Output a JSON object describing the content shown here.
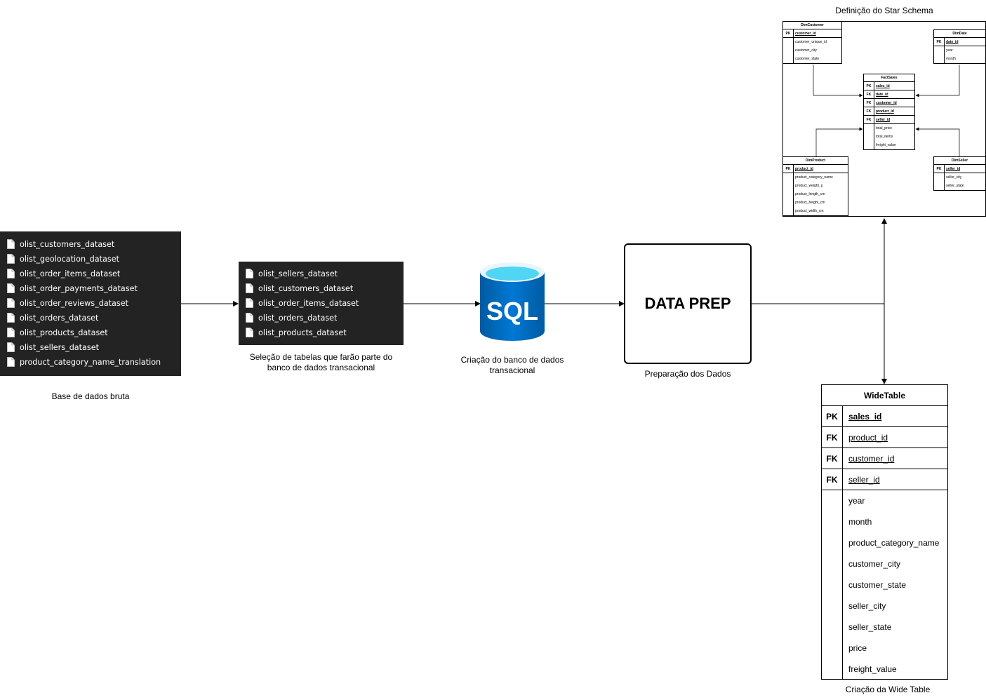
{
  "raw_panel": {
    "files": [
      "olist_customers_dataset",
      "olist_geolocation_dataset",
      "olist_order_items_dataset",
      "olist_order_payments_dataset",
      "olist_order_reviews_dataset",
      "olist_orders_dataset",
      "olist_products_dataset",
      "olist_sellers_dataset",
      "product_category_name_translation"
    ],
    "caption": "Base de dados bruta"
  },
  "selected_panel": {
    "files": [
      "olist_sellers_dataset",
      "olist_customers_dataset",
      "olist_order_items_dataset",
      "olist_orders_dataset",
      "olist_products_dataset"
    ],
    "caption_line1": "Seleção de tabelas que farão parte do",
    "caption_line2": "banco de dados transacional"
  },
  "sql_node": {
    "icon_text": "SQL",
    "icon": "sql-database-icon",
    "caption_line1": "Criação do banco de dados",
    "caption_line2": "transacional"
  },
  "prep_node": {
    "title": "DATA PREP",
    "caption": "Preparação dos Dados"
  },
  "star_schema": {
    "caption": "Definição do Star Schema",
    "dim_customer": {
      "title": "DimCustomer",
      "keys": [
        [
          "PK",
          "customer_id"
        ]
      ],
      "fields": [
        "customer_unique_id",
        "customer_city",
        "customer_state"
      ]
    },
    "dim_date": {
      "title": "DimDate",
      "keys": [
        [
          "PK",
          "date_id"
        ]
      ],
      "fields": [
        "year",
        "month"
      ]
    },
    "fact_sales": {
      "title": "FactSales",
      "keys": [
        [
          "PK",
          "sales_id"
        ],
        [
          "FK",
          "date_id"
        ],
        [
          "FK",
          "customer_id"
        ],
        [
          "FK",
          "product_id"
        ],
        [
          "FK",
          "seller_id"
        ]
      ],
      "fields": [
        "total_price",
        "total_items",
        "freight_value"
      ]
    },
    "dim_product": {
      "title": "DimProduct",
      "keys": [
        [
          "PK",
          "product_id"
        ]
      ],
      "fields": [
        "product_category_name",
        "product_weight_g",
        "product_length_cm",
        "product_height_cm",
        "product_width_cm"
      ]
    },
    "dim_seller": {
      "title": "DimSeller",
      "keys": [
        [
          "PK",
          "seller_id"
        ]
      ],
      "fields": [
        "seller_city",
        "seller_state"
      ]
    }
  },
  "wide_table": {
    "title": "WideTable",
    "keys": [
      [
        "PK",
        "sales_id"
      ],
      [
        "FK",
        "product_id"
      ],
      [
        "FK",
        "customer_id"
      ],
      [
        "FK",
        "seller_id"
      ]
    ],
    "fields": [
      "year",
      "month",
      "product_category_name",
      "customer_city",
      "customer_state",
      "seller_city",
      "seller_state",
      "price",
      "freight_value"
    ],
    "caption": "Criação da Wide Table"
  }
}
